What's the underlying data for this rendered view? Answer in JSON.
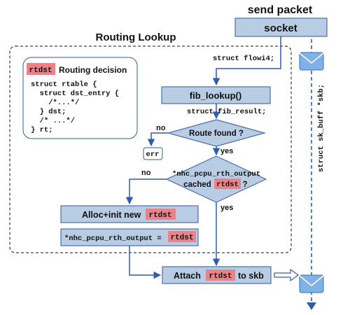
{
  "title": "send packet",
  "socket": "socket",
  "section_title": "Routing Lookup",
  "flowi_label": "struct flowi4;",
  "skb_label": "struct sk_buff *skb;",
  "legend": {
    "tag": "rtdst",
    "title": "Routing decision",
    "code": [
      "struct rtable {",
      "  struct dst_entry {",
      "    /*...*/",
      "  } dst;",
      "  /* ...*/",
      "} rt;"
    ]
  },
  "fib_lookup": "fib_lookup()",
  "fib_result": "struct fib_result;",
  "route_found": "Route found ?",
  "err": "err",
  "no1": "no",
  "yes1": "yes",
  "cached": {
    "line1": "*nhc_pcpu_rth_output",
    "line2_prefix": "cached",
    "tag": "rtdst",
    "line2_suffix": "?"
  },
  "no2": "no",
  "yes2": "yes",
  "alloc": {
    "prefix": "Alloc+init new",
    "tag": "rtdst"
  },
  "assign": {
    "prefix": "*nhc_pcpu_rth_output =",
    "tag": "rtdst"
  },
  "attach": {
    "prefix": "Attach",
    "tag": "rtdst",
    "suffix": "to skb"
  },
  "colors": {
    "box_fill": "#b8cce4",
    "box_stroke": "#4a6fa5",
    "arrow": "#2e5fa3",
    "tag_fill": "#e8838a",
    "dashed_line": "#4a7fd4"
  }
}
